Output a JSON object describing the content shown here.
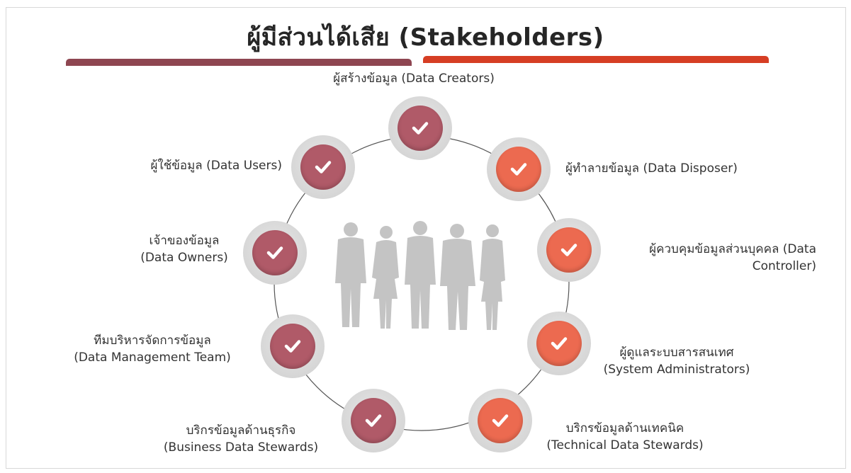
{
  "title": "ผู้มีส่วนได้เสีย (Stakeholders)",
  "colors": {
    "maroon": "#b05a68",
    "coral": "#ec6a50",
    "bar_left": "#8e4651",
    "bar_right": "#d63e24"
  },
  "center_icon": "people-silhouettes-icon",
  "stakeholders": [
    {
      "lines": [
        "ผู้สร้างข้อมูล (Data Creators)"
      ],
      "color": "maroon"
    },
    {
      "lines": [
        "ผู้ทำลายข้อมูล (Data Disposer)"
      ],
      "color": "coral"
    },
    {
      "lines": [
        "ผู้ควบคุมข้อมูลส่วนบุคคล (Data",
        "Controller)"
      ],
      "color": "coral"
    },
    {
      "lines": [
        "ผู้ดูแลระบบสารสนเทศ",
        "(System Administrators)"
      ],
      "color": "coral"
    },
    {
      "lines": [
        "บริกรข้อมูลด้านเทคนิค",
        "(Technical Data Stewards)"
      ],
      "color": "coral"
    },
    {
      "lines": [
        "บริกรข้อมูลด้านธุรกิจ",
        "(Business Data Stewards)"
      ],
      "color": "maroon"
    },
    {
      "lines": [
        "ทีมบริหารจัดการข้อมูล",
        "(Data Management Team)"
      ],
      "color": "maroon"
    },
    {
      "lines": [
        "เจ้าของข้อมูล",
        "(Data Owners)"
      ],
      "color": "maroon"
    },
    {
      "lines": [
        "ผู้ใช้ข้อมูล (Data Users)"
      ],
      "color": "maroon"
    }
  ]
}
